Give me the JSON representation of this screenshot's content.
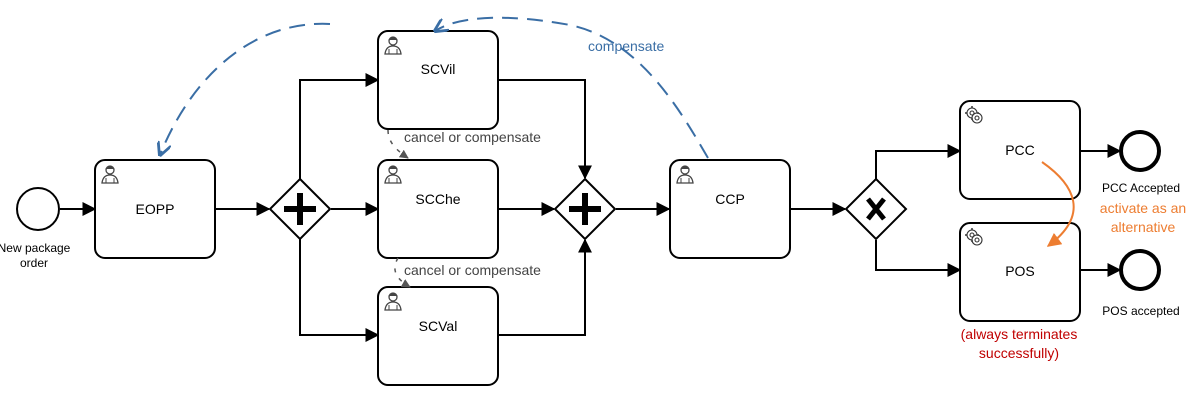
{
  "colors": {
    "compensate_blue": "#3a6ea5",
    "cancel_gray": "#555555",
    "activate_orange": "#ed7d31",
    "terminate_red": "#c00000"
  },
  "start_event": {
    "label_line1": "New package",
    "label_line2": "order",
    "icon": "start-event-circle"
  },
  "tasks": {
    "eopp": {
      "label": "EOPP",
      "icon": "user-icon"
    },
    "scvil": {
      "label": "SCVil",
      "icon": "user-icon"
    },
    "scche": {
      "label": "SCChe",
      "icon": "user-icon"
    },
    "scval": {
      "label": "SCVal",
      "icon": "user-icon"
    },
    "ccp": {
      "label": "CCP",
      "icon": "user-icon"
    },
    "pcc": {
      "label": "PCC",
      "icon": "gear-icon"
    },
    "pos": {
      "label": "POS",
      "icon": "gear-icon"
    }
  },
  "gateways": {
    "split": {
      "type": "parallel",
      "icon": "plus-icon"
    },
    "join": {
      "type": "parallel",
      "icon": "plus-icon"
    },
    "xor": {
      "type": "exclusive",
      "icon": "x-icon"
    }
  },
  "end_events": {
    "pcc_end": {
      "label": "PCC Accepted"
    },
    "pos_end": {
      "label": "POS accepted"
    }
  },
  "annotations": {
    "compensate": "compensate",
    "cancel_or_compensate_1": "cancel or compensate",
    "cancel_or_compensate_2": "cancel or compensate",
    "activate_line1": "activate as an",
    "activate_line2": "alternative",
    "terminates_line1": "(always terminates",
    "terminates_line2": "successfully)"
  }
}
